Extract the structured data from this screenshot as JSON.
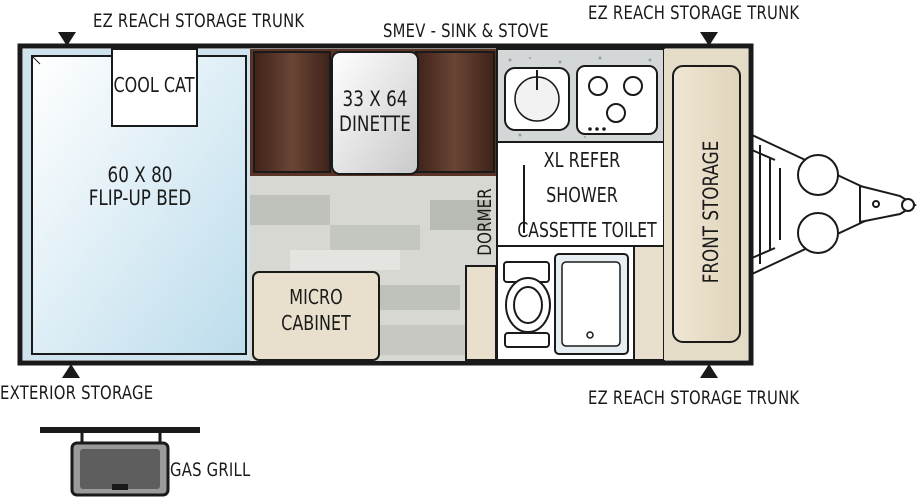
{
  "labels": {
    "trunk_top_left": "EZ REACH STORAGE TRUNK",
    "trunk_top_right": "EZ REACH STORAGE TRUNK",
    "sink_stove": "SMEV - SINK & STOVE",
    "trunk_bottom_right": "EZ REACH STORAGE TRUNK",
    "exterior_storage": "EXTERIOR STORAGE",
    "gas_grill": "GAS GRILL"
  },
  "rooms": {
    "cool_cat": "COOL CAT",
    "bed_line1": "60 X 80",
    "bed_line2": "FLIP-UP BED",
    "dinette_line1": "33 X 64",
    "dinette_line2": "DINETTE",
    "xl_refer": "XL REFER",
    "shower": "SHOWER",
    "cassette_toilet": "CASSETTE TOILET",
    "dormer": "DORMER",
    "micro_line1": "MICRO",
    "micro_line2": "CABINET",
    "front_storage": "FRONT STORAGE"
  },
  "colors": {
    "outline": "#1a1a1a",
    "bed_blue": "#d8eaf4",
    "dinette_brown": "#4a2a20",
    "cabinet_tan": "#e8dfcc",
    "floor_gray": "#c9cbc4",
    "counter_gray": "#cfd3d3"
  }
}
